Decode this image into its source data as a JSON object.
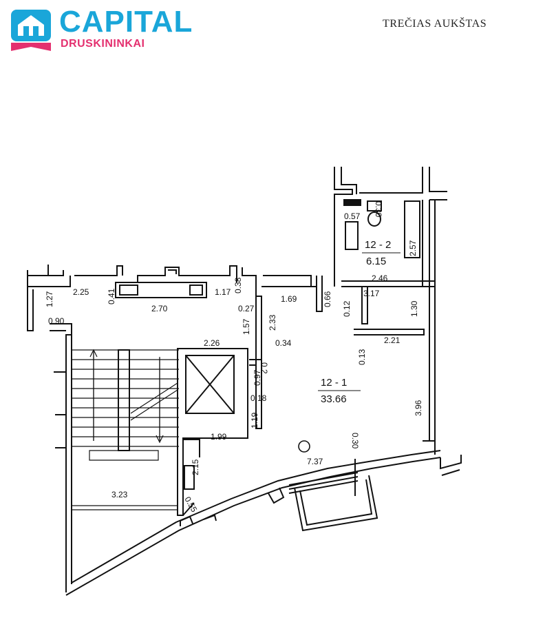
{
  "logo": {
    "word": "CAPITAL",
    "sub": "DRUSKININKAI",
    "colors": {
      "primary": "#1aa6d9",
      "accent": "#e4306f"
    }
  },
  "floor_title": "TREČIAS AUKŠTAS",
  "rooms": [
    {
      "code": "12 - 2",
      "area": "6.15"
    },
    {
      "code": "12 - 1",
      "area": "33.66"
    }
  ],
  "dimensions": [
    "0.57",
    "0.30",
    "2.57",
    "2.46",
    "3.17",
    "1.30",
    "0.66",
    "0.12",
    "1.69",
    "2.21",
    "0.13",
    "3.96",
    "0.30",
    "7.37",
    "2.25",
    "0.41",
    "2.70",
    "1.17",
    "0.38",
    "0.27",
    "1.27",
    "0.90",
    "2.33",
    "1.57",
    "0.34",
    "2.26",
    "0.97",
    "0.2",
    "0.18",
    "1.19",
    "1.99",
    "2.15",
    "3.23",
    "0.55"
  ]
}
